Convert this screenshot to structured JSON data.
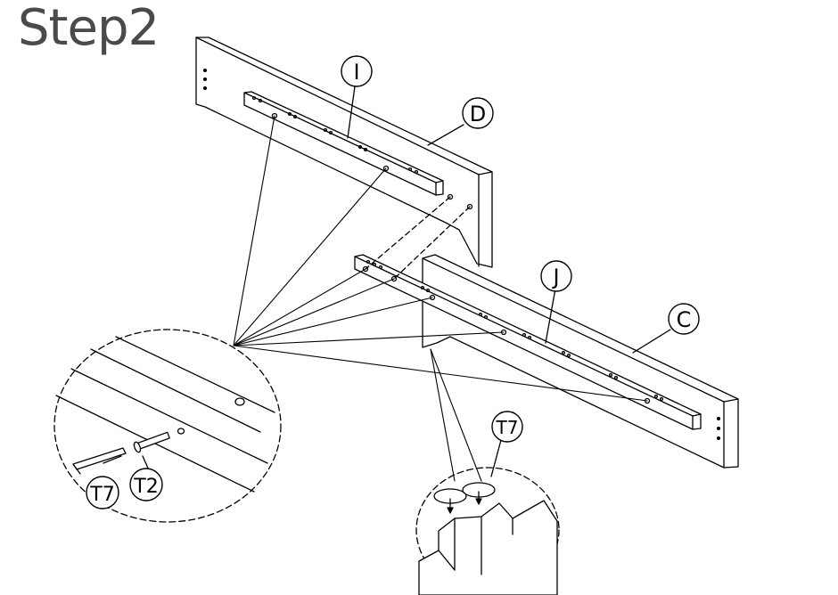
{
  "title": "Step2",
  "labels": {
    "I": "I",
    "D": "D",
    "J": "J",
    "C": "C",
    "T7_top": "T7",
    "T7_left": "T7",
    "T2": "T2"
  },
  "colors": {
    "line": "#000000",
    "title": "#4a4a4a",
    "background": "#ffffff"
  }
}
